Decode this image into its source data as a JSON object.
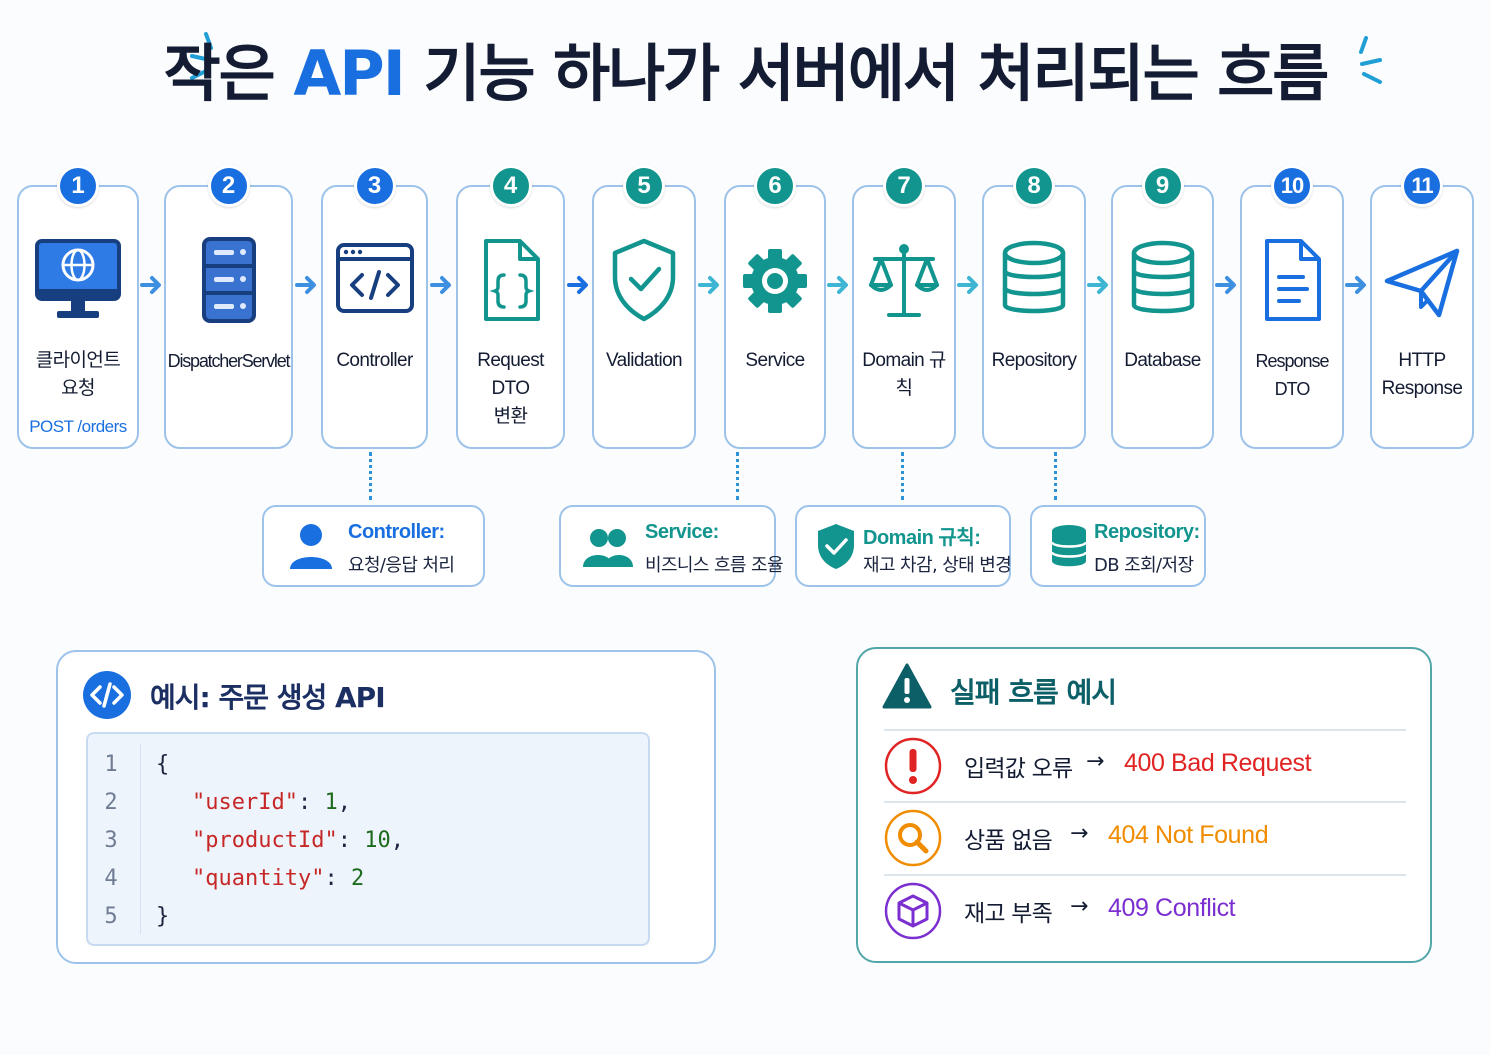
{
  "title": {
    "pre": "작은 ",
    "accent": "API",
    "post": " 기능 하나가 서버에서 처리되는 흐름"
  },
  "colors": {
    "blue": "#1a6fe0",
    "teal": "#12958e",
    "navy": "#1b2f63",
    "red": "#e02424",
    "orange": "#f08c00",
    "purple": "#7b2fd0"
  },
  "steps": [
    {
      "num": "1",
      "icon": "monitor-globe-icon",
      "label1": "클라이언트",
      "label2": "요청",
      "sub": "POST /orders",
      "color": "#1a6fe0"
    },
    {
      "num": "2",
      "icon": "server-icon",
      "label1": "DispatcherServlet",
      "label2": "",
      "color": "#1a6fe0"
    },
    {
      "num": "3",
      "icon": "code-window-icon",
      "label1": "Controller",
      "label2": "",
      "color": "#1a6fe0"
    },
    {
      "num": "4",
      "icon": "json-file-icon",
      "label1": "Request DTO",
      "label2": "변환",
      "color": "#12958e"
    },
    {
      "num": "5",
      "icon": "shield-check-icon",
      "label1": "Validation",
      "label2": "",
      "color": "#12958e"
    },
    {
      "num": "6",
      "icon": "gear-icon",
      "label1": "Service",
      "label2": "",
      "color": "#12958e"
    },
    {
      "num": "7",
      "icon": "scale-icon",
      "label1": "Domain 규칙",
      "label2": "",
      "color": "#12958e"
    },
    {
      "num": "8",
      "icon": "database-icon",
      "label1": "Repository",
      "label2": "",
      "color": "#12958e"
    },
    {
      "num": "9",
      "icon": "database-icon",
      "label1": "Database",
      "label2": "",
      "color": "#12958e"
    },
    {
      "num": "10",
      "icon": "document-icon",
      "label1": "Response DTO",
      "label2": "",
      "color": "#1a6fe0"
    },
    {
      "num": "11",
      "icon": "paper-plane-icon",
      "label1": "HTTP",
      "label2": "Response",
      "color": "#1a6fe0"
    }
  ],
  "roles": [
    {
      "icon": "user-icon",
      "title": "Controller:",
      "desc": "요청/응답 처리",
      "color": "#1a6fe0"
    },
    {
      "icon": "users-icon",
      "title": "Service:",
      "desc": "비즈니스 흐름 조율",
      "color": "#12958e"
    },
    {
      "icon": "shield-check-icon",
      "title": "Domain 규칙:",
      "desc": "재고 차감, 상태 변경",
      "color": "#12958e"
    },
    {
      "icon": "database-icon",
      "title": "Repository:",
      "desc": "DB 조회/저장",
      "color": "#12958e"
    }
  ],
  "example": {
    "icon": "code-icon",
    "title": "예시: 주문 생성 API",
    "lines": [
      {
        "num": "1",
        "open": "{",
        "key": "",
        "colon": "",
        "value": "",
        "comma": ""
      },
      {
        "num": "2",
        "open": "",
        "key": "\"userId\"",
        "colon": ": ",
        "value": "1",
        "comma": ","
      },
      {
        "num": "3",
        "open": "",
        "key": "\"productId\"",
        "colon": ": ",
        "value": "10",
        "comma": ","
      },
      {
        "num": "4",
        "open": "",
        "key": "\"quantity\"",
        "colon": ": ",
        "value": "2",
        "comma": ""
      },
      {
        "num": "5",
        "open": "}",
        "key": "",
        "colon": "",
        "value": "",
        "comma": ""
      }
    ]
  },
  "failures": {
    "icon": "warning-icon",
    "title": "실패 흐름 예시",
    "arrow": "→",
    "rows": [
      {
        "icon": "exclamation-icon",
        "cause": "입력값 오류",
        "result": "400 Bad Request",
        "color": "#e02424"
      },
      {
        "icon": "search-icon",
        "cause": "상품 없음",
        "result": "404 Not Found",
        "color": "#f08c00"
      },
      {
        "icon": "box-icon",
        "cause": "재고 부족",
        "result": "409 Conflict",
        "color": "#7b2fd0"
      }
    ]
  }
}
